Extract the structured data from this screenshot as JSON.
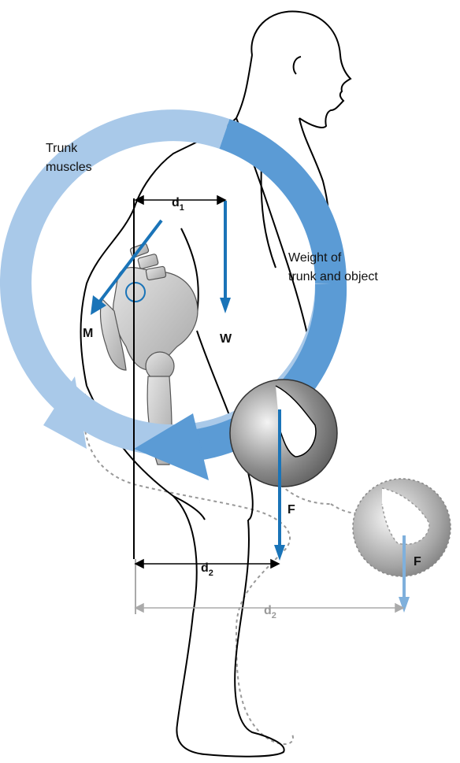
{
  "labels": {
    "trunk_muscles_line1": "Trunk",
    "trunk_muscles_line2": "muscles",
    "weight_line1": "Weight of",
    "weight_line2": "trunk and object",
    "force_m": "M",
    "force_w": "W",
    "force_f": "F",
    "force_f_far": "F",
    "d1": "d",
    "d1_sub": "1",
    "d2": "d",
    "d2_sub": "2",
    "d2_far": "d",
    "d2_far_sub": "2"
  },
  "colors": {
    "arrow_blue": "#1a74b8",
    "arrow_light_blue": "#7fb0dc",
    "circle_light": "#a9c9e9",
    "circle_mid": "#5b9bd5",
    "body_outline": "#000000",
    "ghost_outline": "#999999",
    "bone_gray": "#c8c8c8",
    "dimension_gray": "#aaaaaa"
  }
}
